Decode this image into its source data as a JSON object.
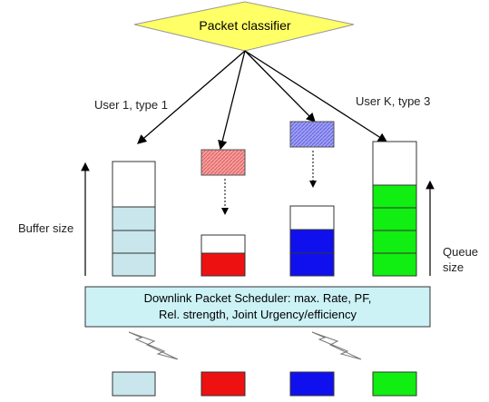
{
  "classifier": {
    "label": "Packet classifier"
  },
  "user_labels": {
    "first": "User 1, type 1",
    "last": "User K, type 3"
  },
  "axis_labels": {
    "buffer": "Buffer size",
    "queue_line1": "Queue",
    "queue_line2": "size"
  },
  "scheduler": {
    "line1": "Downlink Packet Scheduler: max. Rate, PF,",
    "line2": "Rel. strength, Joint Urgency/efficiency"
  },
  "colors": {
    "classifier_fill": "#ffff66",
    "scheduler_fill": "#ccf2f6",
    "light_blue": "#c8e6ec",
    "red": "#ee1111",
    "blue": "#1010ee",
    "green": "#11ee11",
    "red_hatched": "#f08a8a",
    "blue_hatched": "#8a8af2"
  },
  "icons": [
    "lightning-bolt-icon",
    "lightning-bolt-icon"
  ]
}
